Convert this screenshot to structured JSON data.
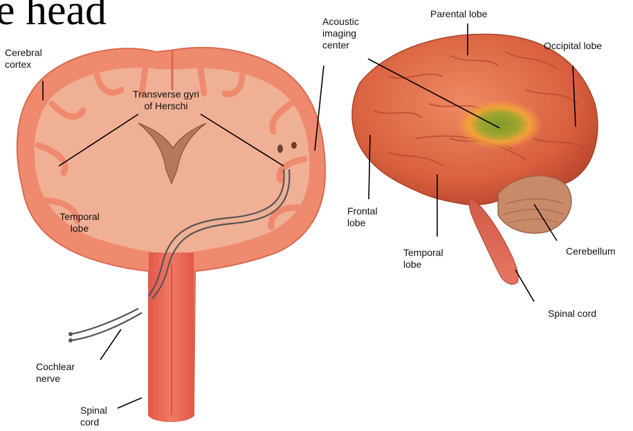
{
  "title": "e head",
  "labels": {
    "cerebral_cortex": "Cerebral\ncortex",
    "transverse_gyri": "Transverse gyri\nof Herschi",
    "temporal_lobe_coronal": "Temporal\nlobe",
    "cochlear_nerve": "Cochlear\nnerve",
    "spinal_cord_coronal": "Spinal\ncord",
    "acoustic_imaging_center": "Acoustic\nimaging\ncenter",
    "parental_lobe": "Parental lobe",
    "occipital_lobe": "Occipital lobe",
    "frontal_lobe": "Frontal\nlobe",
    "temporal_lobe_lateral": "Temporal\nlobe",
    "cerebellum": "Cerebellum",
    "spinal_cord_lateral": "Spinal cord"
  },
  "colors": {
    "cortex_outer": "#ef8a6e",
    "white_matter": "#f0b095",
    "stem": "#e86a58",
    "brain_lateral": "#e0704e",
    "acoustic_highlight": "#8a9a2e",
    "acoustic_glow": "#f2a13a"
  }
}
